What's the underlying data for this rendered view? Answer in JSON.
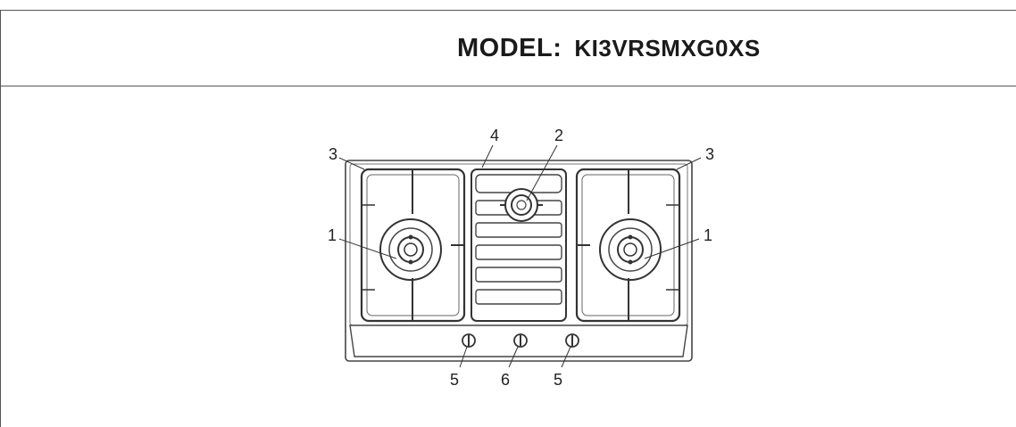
{
  "header": {
    "model_label": "MODEL:",
    "model_number": "KI3VRSMXG0XS"
  },
  "diagram": {
    "callouts": {
      "side_burner": "1",
      "center_burner": "2",
      "pan_support": "3",
      "griddle": "4",
      "side_knob": "5",
      "center_knob": "6"
    }
  }
}
